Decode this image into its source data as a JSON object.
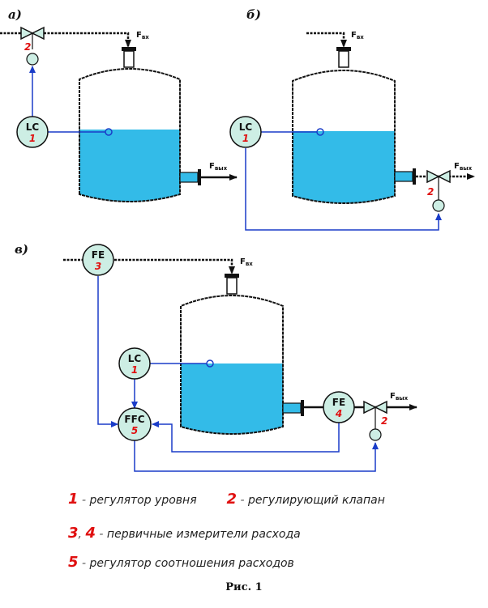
{
  "colors": {
    "liquid": "#33bbe8",
    "signal": "#1a3cc8",
    "instrument_fill": "#cdeee4",
    "number_red": "#e01010",
    "vessel_outline": "#111111"
  },
  "panels": [
    {
      "label": "а)",
      "flow_in": "F",
      "flow_in_sub": "вх",
      "flow_out": "F",
      "flow_out_sub": "вых",
      "instruments": [
        {
          "tag": "LC",
          "num": "1"
        }
      ],
      "valve_num": "2"
    },
    {
      "label": "б)",
      "flow_in": "F",
      "flow_in_sub": "вх",
      "flow_out": "F",
      "flow_out_sub": "вых",
      "instruments": [
        {
          "tag": "LC",
          "num": "1"
        }
      ],
      "valve_num": "2"
    },
    {
      "label": "в)",
      "flow_in": "F",
      "flow_in_sub": "вх",
      "flow_out": "F",
      "flow_out_sub": "вых",
      "instruments": [
        {
          "tag": "FE",
          "num": "3"
        },
        {
          "tag": "LC",
          "num": "1"
        },
        {
          "tag": "FFC",
          "num": "5"
        },
        {
          "tag": "FE",
          "num": "4"
        }
      ],
      "valve_num": "2"
    }
  ],
  "legend": {
    "rows": [
      [
        {
          "num": "1",
          "text": "регулятор уровня"
        },
        {
          "num": "2",
          "text": "регулирующий клапан"
        }
      ],
      [
        {
          "num": "3",
          "sep": ",",
          "num2": "4",
          "text": "первичные измерители расхода"
        }
      ],
      [
        {
          "num": "5",
          "text": "регулятор соотношения расходов"
        }
      ]
    ],
    "dash": " - "
  },
  "caption": "Рис. 1"
}
